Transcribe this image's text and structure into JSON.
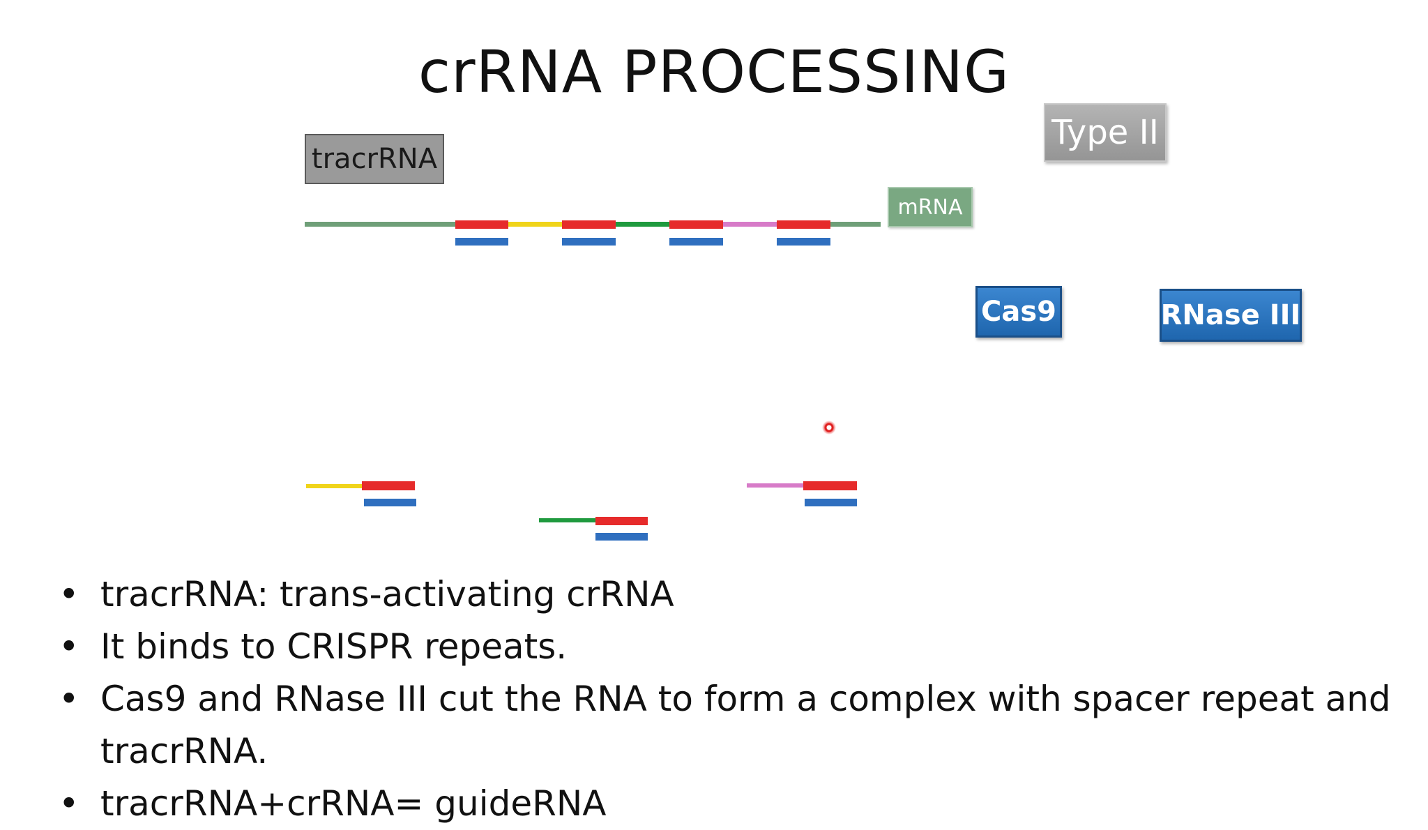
{
  "slide": {
    "title": "crRNA PROCESSING"
  },
  "labels": {
    "tracrrna": "tracrRNA",
    "type": "Type II",
    "mrna": "mRNA",
    "cas9": "Cas9",
    "rnase": "RNase III"
  },
  "colors": {
    "backbone": "#6f9f78",
    "repeat": "#e62b2b",
    "tracr_strand": "#2f6fbf",
    "spacer_1": "#f0d41a",
    "spacer_2": "#1f9a3e",
    "spacer_3": "#d77bc8",
    "pointer": "#e02020"
  },
  "bullets": [
    "tracrRNA: trans-activating crRNA",
    "It binds to CRISPR repeats.",
    "Cas9 and RNase III cut the RNA to form a complex with spacer repeat and tracrRNA.",
    "tracrRNA+crRNA= guideRNA"
  ]
}
